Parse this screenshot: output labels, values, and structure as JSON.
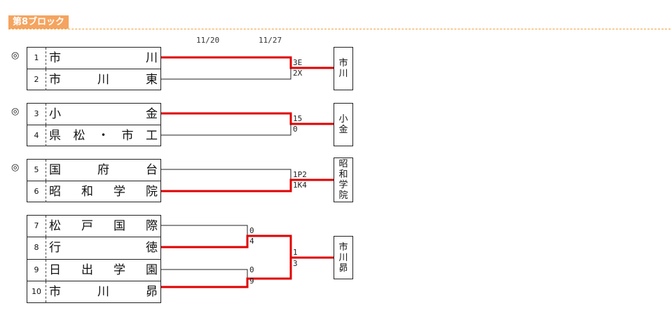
{
  "block_title": "第8ブロック",
  "dates": [
    "11/20",
    "11/27"
  ],
  "marks": [
    "◎",
    "◎",
    "◎"
  ],
  "teams": [
    {
      "seed": "1",
      "chars": [
        "市",
        "川"
      ]
    },
    {
      "seed": "2",
      "chars": [
        "市",
        "川",
        "東"
      ]
    },
    {
      "seed": "3",
      "chars": [
        "小",
        "金"
      ]
    },
    {
      "seed": "4",
      "chars": [
        "県",
        "松",
        "・",
        "市",
        "工"
      ]
    },
    {
      "seed": "5",
      "chars": [
        "国",
        "府",
        "台"
      ]
    },
    {
      "seed": "6",
      "chars": [
        "昭",
        "和",
        "学",
        "院"
      ]
    },
    {
      "seed": "7",
      "chars": [
        "松",
        "戸",
        "国",
        "際"
      ]
    },
    {
      "seed": "8",
      "chars": [
        "行",
        "徳"
      ]
    },
    {
      "seed": "9",
      "chars": [
        "日",
        "出",
        "学",
        "園"
      ]
    },
    {
      "seed": "10",
      "chars": [
        "市",
        "川",
        "昴"
      ]
    }
  ],
  "scores": {
    "m1": [
      "3E",
      "2X"
    ],
    "m2": [
      "15",
      "0"
    ],
    "m3": [
      "1P2",
      "1K4"
    ],
    "m4": [
      "0",
      "4"
    ],
    "m5": [
      "0",
      "9"
    ],
    "m6": [
      "1",
      "3"
    ]
  },
  "winners": [
    [
      "市",
      "川"
    ],
    [
      "小",
      "金"
    ],
    [
      "昭",
      "和",
      "学",
      "院"
    ],
    [
      "市",
      "川",
      "昴"
    ]
  ],
  "colors": {
    "win_line": "#e00000",
    "lose_line": "#222222",
    "title_bg": "#f4a460"
  }
}
